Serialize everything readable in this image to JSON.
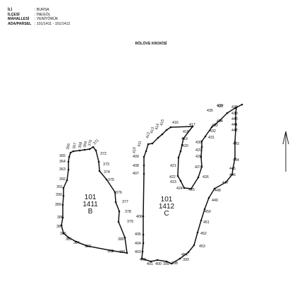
{
  "header": {
    "rows": [
      {
        "key": "İLİ",
        "value": ": BURSA"
      },
      {
        "key": "İLÇESİ",
        "value": ": İNEGÖL"
      },
      {
        "key": "MAHALLESİ",
        "value": ": YENİYÖRÜK"
      },
      {
        "key": "ADA/PARSEL",
        "value": ": 101/1411 - 101/1412"
      }
    ]
  },
  "title": "RÖLÖVE KROKİSİ",
  "parcels": [
    {
      "id": "B",
      "label_lines": [
        "101",
        "1411",
        "B"
      ],
      "points": [
        "372",
        "373",
        "374",
        "375",
        "376",
        "377",
        "378",
        "379",
        "380",
        "381",
        "382",
        "383",
        "384",
        "385",
        "386",
        "387",
        "388",
        "389",
        "390",
        "391",
        "392",
        "363",
        "364",
        "365",
        "366",
        "367",
        "368",
        "369",
        "370",
        "371"
      ]
    },
    {
      "id": "C",
      "label_lines": [
        "101",
        "1412",
        "C"
      ],
      "points": [
        "398",
        "399",
        "400",
        "401",
        "402",
        "403",
        "404",
        "405",
        "406",
        "407",
        "408",
        "409",
        "410",
        "411",
        "412",
        "413",
        "414",
        "415",
        "416",
        "417",
        "418",
        "419",
        "420",
        "421",
        "422",
        "423",
        "424",
        "425",
        "426",
        "427",
        "428",
        "429",
        "430",
        "431",
        "432",
        "433",
        "434",
        "435",
        "436",
        "437",
        "438",
        "439",
        "440",
        "441",
        "442",
        "443",
        "444",
        "445",
        "446",
        "447",
        "448",
        "449",
        "450",
        "451",
        "452",
        "453",
        "454",
        "393",
        "394",
        "395",
        "396",
        "397"
      ]
    }
  ],
  "north_arrow": "north-arrow"
}
